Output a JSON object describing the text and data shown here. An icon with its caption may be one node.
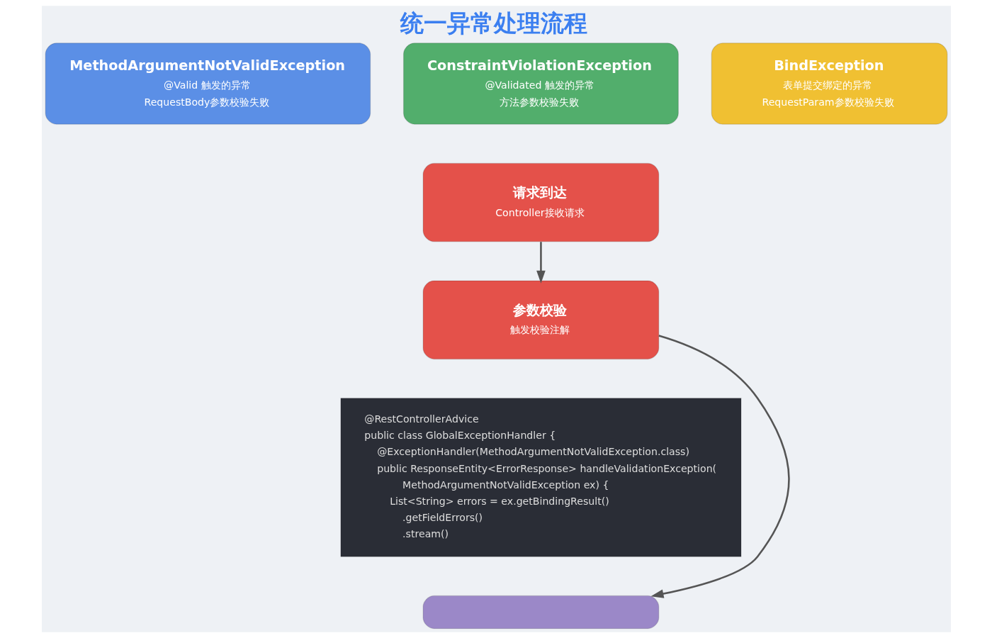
{
  "diagram": {
    "title": "统一异常处理流程",
    "nodes": [
      {
        "text": [
          "MethodArgumentNotValidException",
          "@Valid 触发的异常",
          "RequestBody参数校验失败"
        ]
      },
      {
        "text": [
          "ConstraintViolationException",
          "@Validated 触发的异常",
          "方法参数校验失败"
        ]
      },
      {
        "text": [
          "BindException",
          "表单提交绑定的异常",
          "RequestParam参数校验失败"
        ]
      },
      {
        "text": [
          "请求到达",
          "Controller接收请求"
        ]
      },
      {
        "text": [
          "参数校验",
          "触发校验注解"
        ]
      },
      {
        "text": [
          "@RestControllerAdvice",
          "public class GlobalExceptionHandler {",
          "@ExceptionHandler(MethodArgumentNotValidException.class)",
          "public ResponseEntity<ErrorResponse> handleValidationException(",
          "MethodArgumentNotValidException ex) {",
          "List<String> errors = ex.getBindingResult()",
          ".getFieldErrors()",
          ".stream()"
        ]
      },
      {
        "text": [],
        "shape": "box"
      }
    ],
    "edges": [
      {
        "from": 3,
        "to": 4,
        "arrow": "to"
      },
      {
        "from": 4,
        "to": 6,
        "arrow": "to"
      }
    ]
  }
}
